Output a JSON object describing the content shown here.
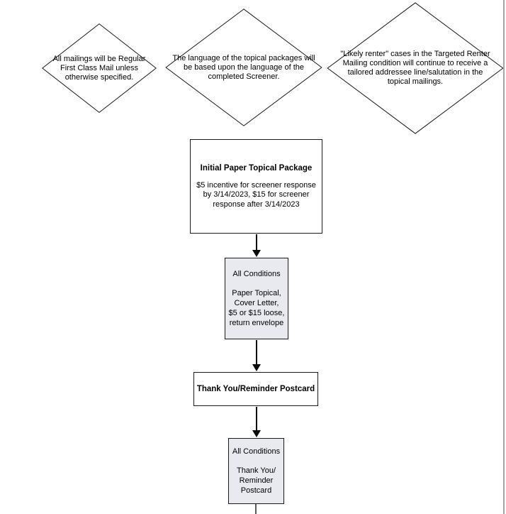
{
  "notes": [
    {
      "text": "All mailings will be Regular\nFirst Class Mail unless\notherwise specified."
    },
    {
      "text": "The language of the topical packages will\nbe based upon the language of the\ncompleted Screener."
    },
    {
      "text": "\"Likely renter\" cases in the Targeted Renter\nMailing condition will continue to receive a\ntailored addressee line/salutation in the\ntopical mailings."
    }
  ],
  "flow": {
    "initial_package": {
      "title": "Initial Paper Topical Package",
      "body": "$5 incentive for screener response\nby 3/14/2023, $15 for screener\nresponse after 3/14/2023"
    },
    "all_conditions_1": {
      "label": "All Conditions",
      "items": "Paper Topical,\nCover Letter,\n$5 or $15 loose,\nreturn envelope"
    },
    "postcard": {
      "title": "Thank You/Reminder Postcard"
    },
    "all_conditions_2": {
      "label": "All Conditions",
      "items": "Thank You/\nReminder\nPostcard"
    }
  },
  "colors": {
    "condition_fill": "#e9e9f0",
    "shape_stroke": "#1a1a1a",
    "arrow": "#0a0a0a",
    "page_edge_line": "#a3a3af"
  }
}
